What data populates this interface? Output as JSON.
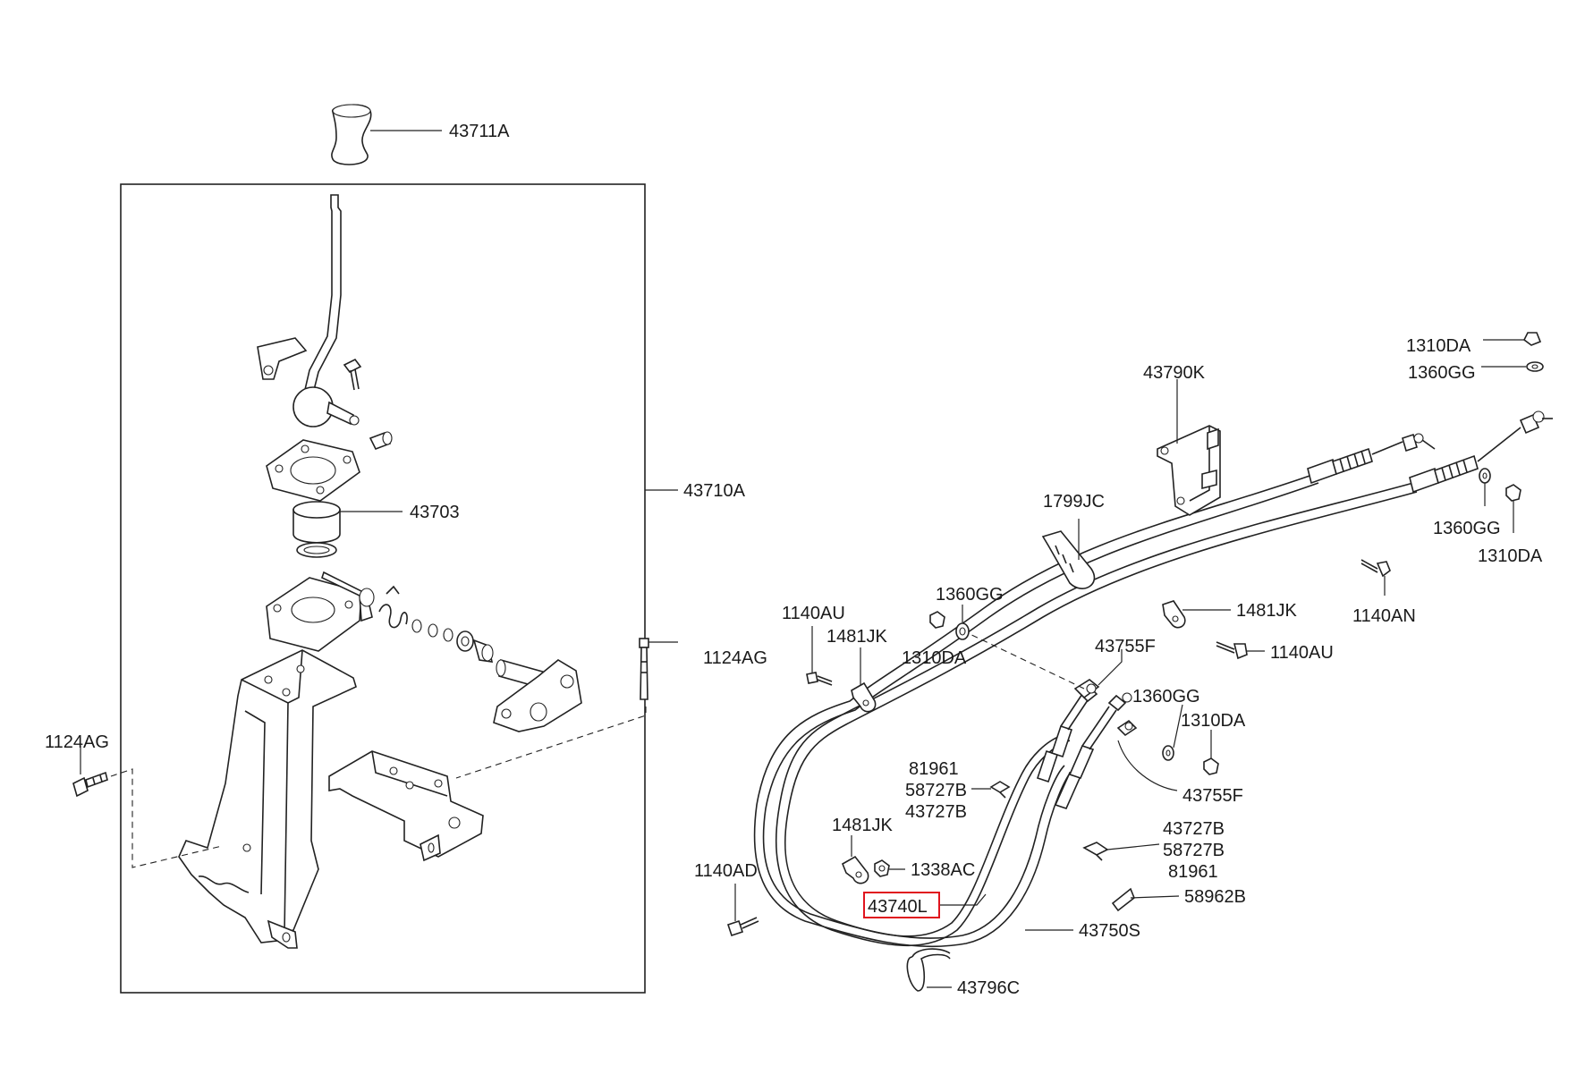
{
  "labels": {
    "knob": "43711A",
    "assembly": "43710A",
    "bushing": "43703",
    "bolt_right": "1124AG",
    "bolt_left": "1124AG",
    "bracket": "43790K",
    "nut_top": "1310DA",
    "washer_top": "1360GG",
    "washer_right": "1360GG",
    "nut_right": "1310DA",
    "band": "1799JC",
    "bolt_an": "1140AN",
    "bolt_au_left": "1140AU",
    "washer_mid": "1360GG",
    "clip_jk_mid": "1481JK",
    "clip_jk_right": "1481JK",
    "nut_mid": "1310DA",
    "end_f_upper": "43755F",
    "bolt_au_right": "1140AU",
    "washer_lower": "1360GG",
    "nut_lower": "1310DA",
    "end_f_lower": "43755F",
    "ring_81961_a": "81961",
    "clip_58727b_a": "58727B",
    "clip_43727b_a": "43727B",
    "clip_jk_lower": "1481JK",
    "nut_ac": "1338AC",
    "clip_43727b_b": "43727B",
    "clip_58727b_b": "58727B",
    "ring_81961_b": "81961",
    "bolt_ad": "1140AD",
    "cable_select": "43740L",
    "pad": "58962B",
    "cable_shift": "43750S",
    "grommet": "43796C"
  }
}
